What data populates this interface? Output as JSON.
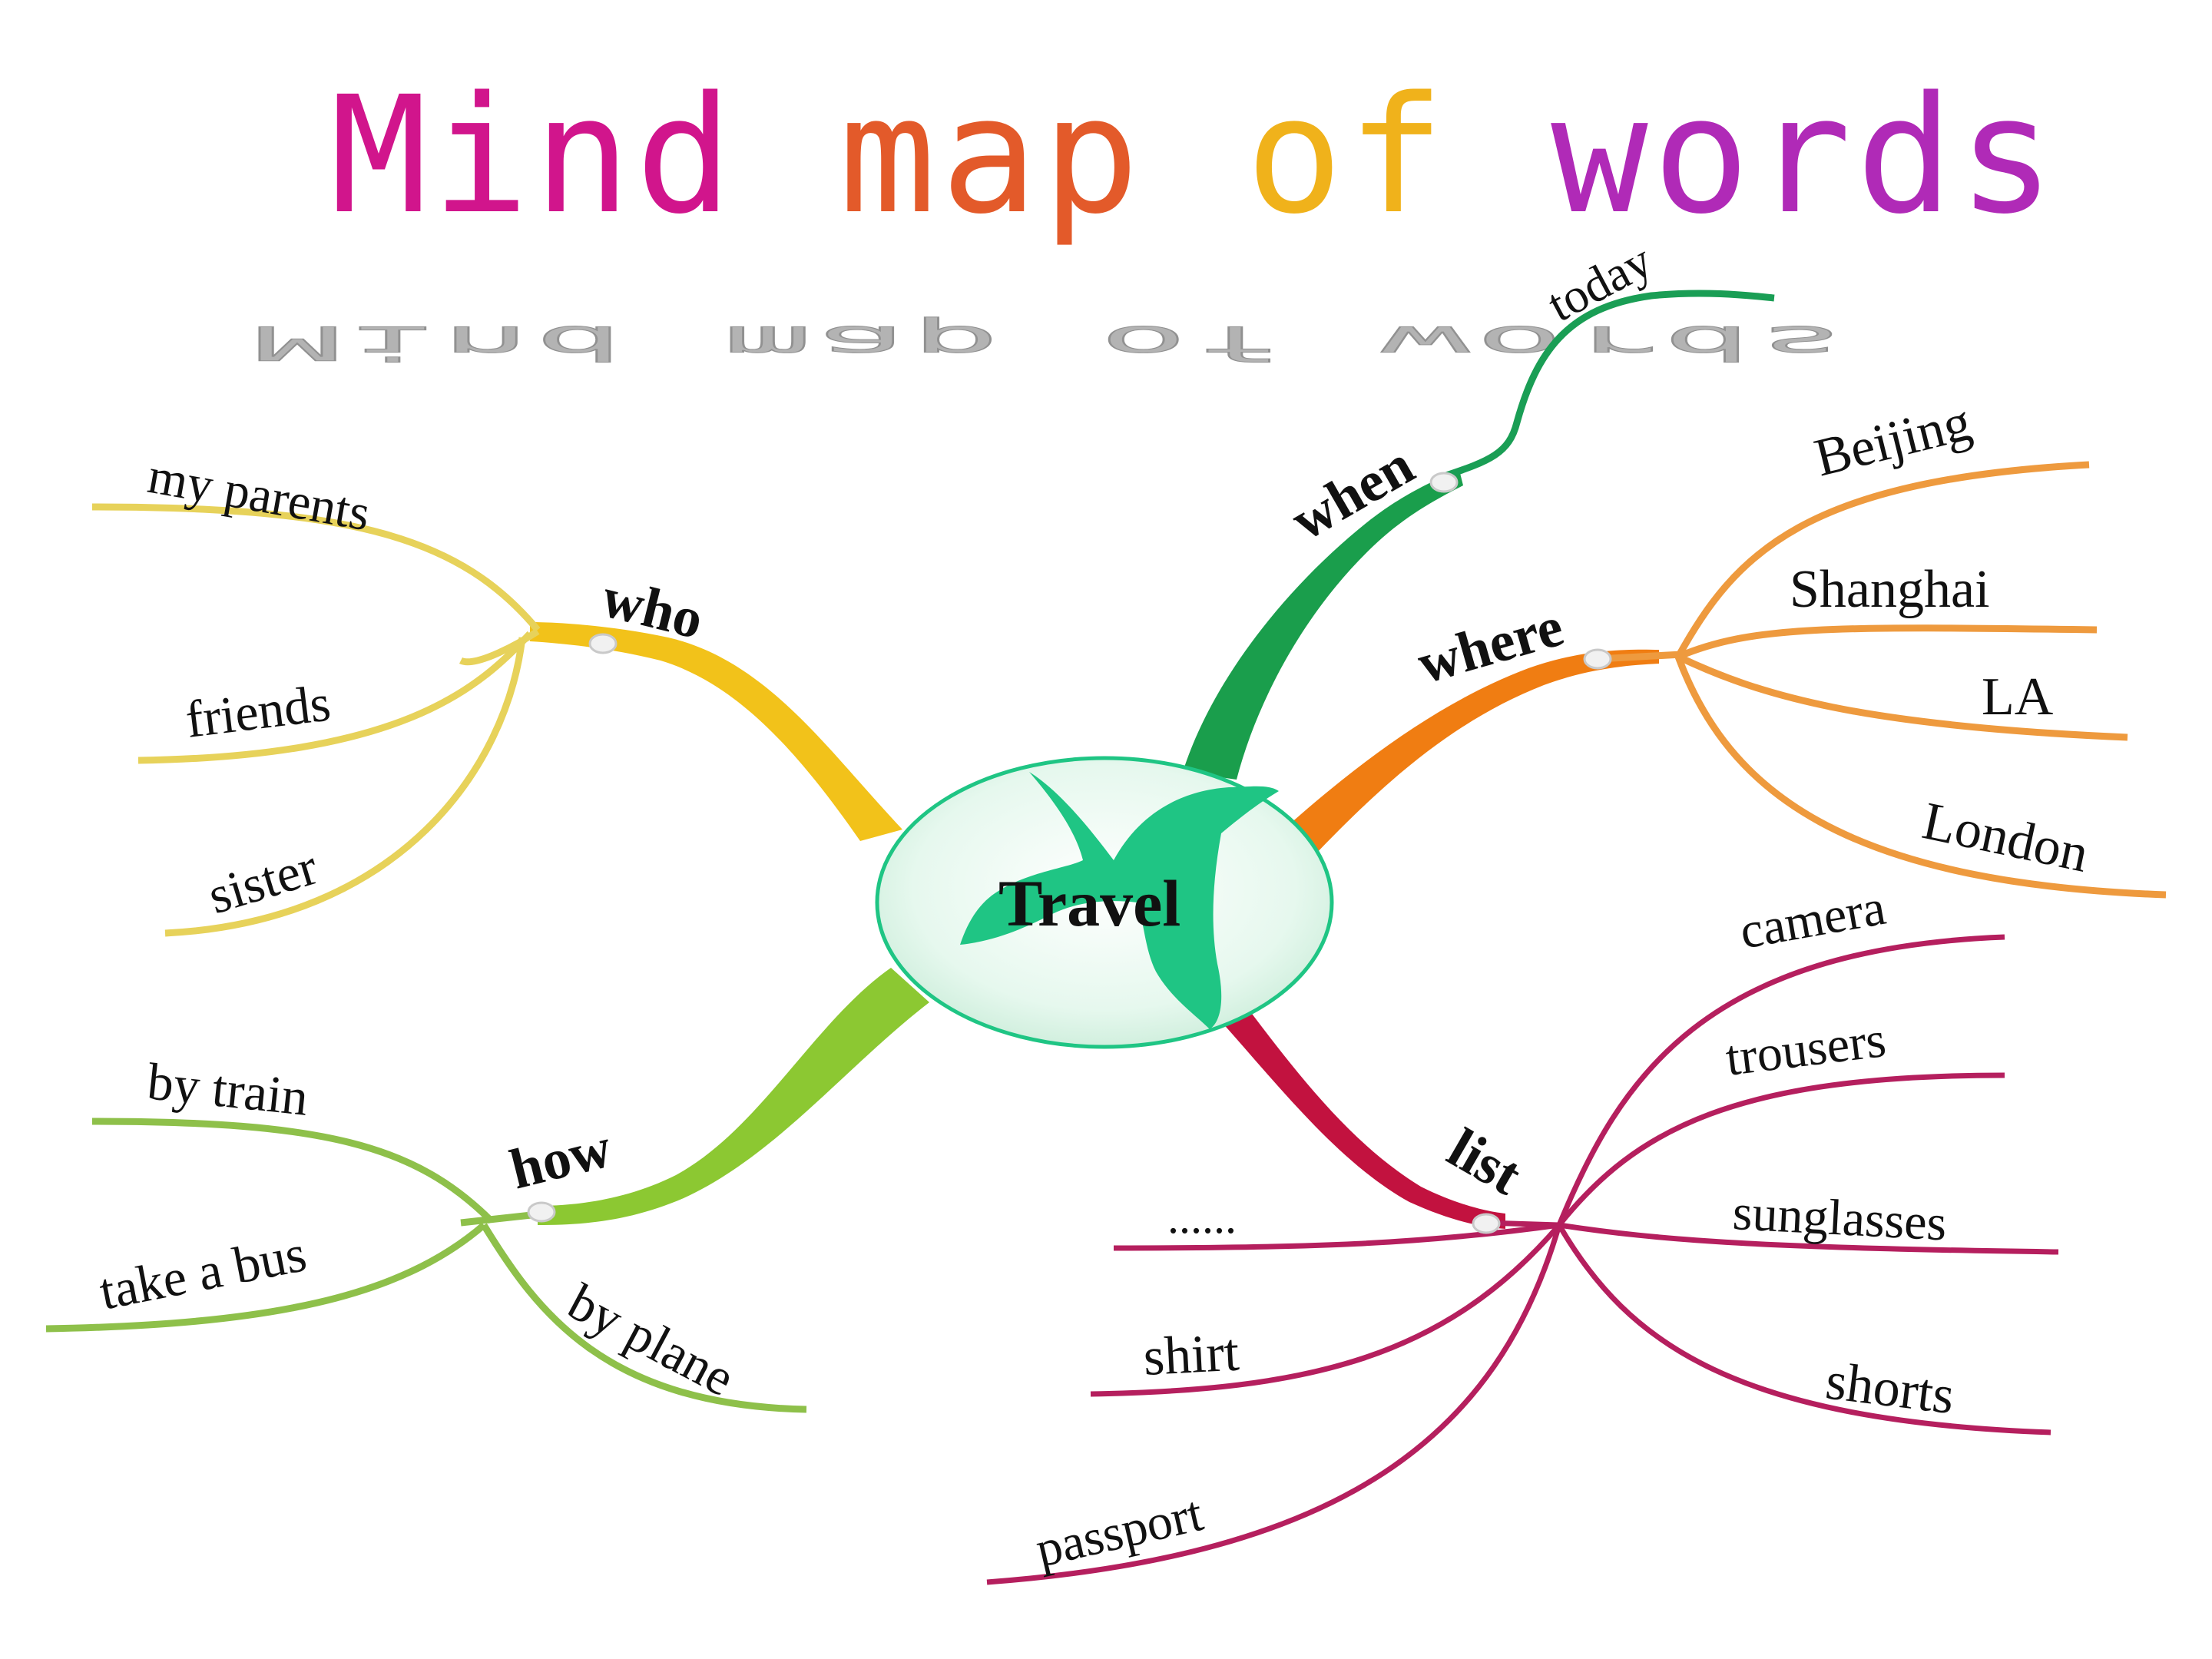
{
  "title": {
    "words": [
      {
        "text": "Mind",
        "color": "#d1158c"
      },
      {
        "text": "map",
        "color": "#e35a2a"
      },
      {
        "text": "of",
        "color": "#f0b21b"
      },
      {
        "text": "words",
        "color": "#b02ab7"
      }
    ],
    "full": "Mind map of words"
  },
  "center": {
    "label": "Travel",
    "fill": "#d9f5e4",
    "bird_color": "#1fc584"
  },
  "branches": {
    "who": {
      "label": "who",
      "color": "#f2c21a",
      "leaf_color": "#e7d25a",
      "leaves": [
        "my parents",
        "friends",
        "sister"
      ]
    },
    "how": {
      "label": "how",
      "color": "#8cc832",
      "leaf_color": "#8ec04a",
      "leaves": [
        "by train",
        "take a bus",
        "by plane"
      ]
    },
    "when": {
      "label": "when",
      "color": "#1a9e4c",
      "leaf_color": "#1a9e55",
      "leaves": [
        "today"
      ]
    },
    "where": {
      "label": "where",
      "color": "#f07d12",
      "leaf_color": "#ee9a3e",
      "leaves": [
        "Beijing",
        "Shanghai",
        "LA",
        "London"
      ]
    },
    "list": {
      "label": "list",
      "color": "#c2123f",
      "leaf_color": "#b51f5e",
      "leaves": [
        "camera",
        "trousers",
        "sunglasses",
        "shorts",
        "......",
        "shirt",
        "passport"
      ]
    }
  }
}
